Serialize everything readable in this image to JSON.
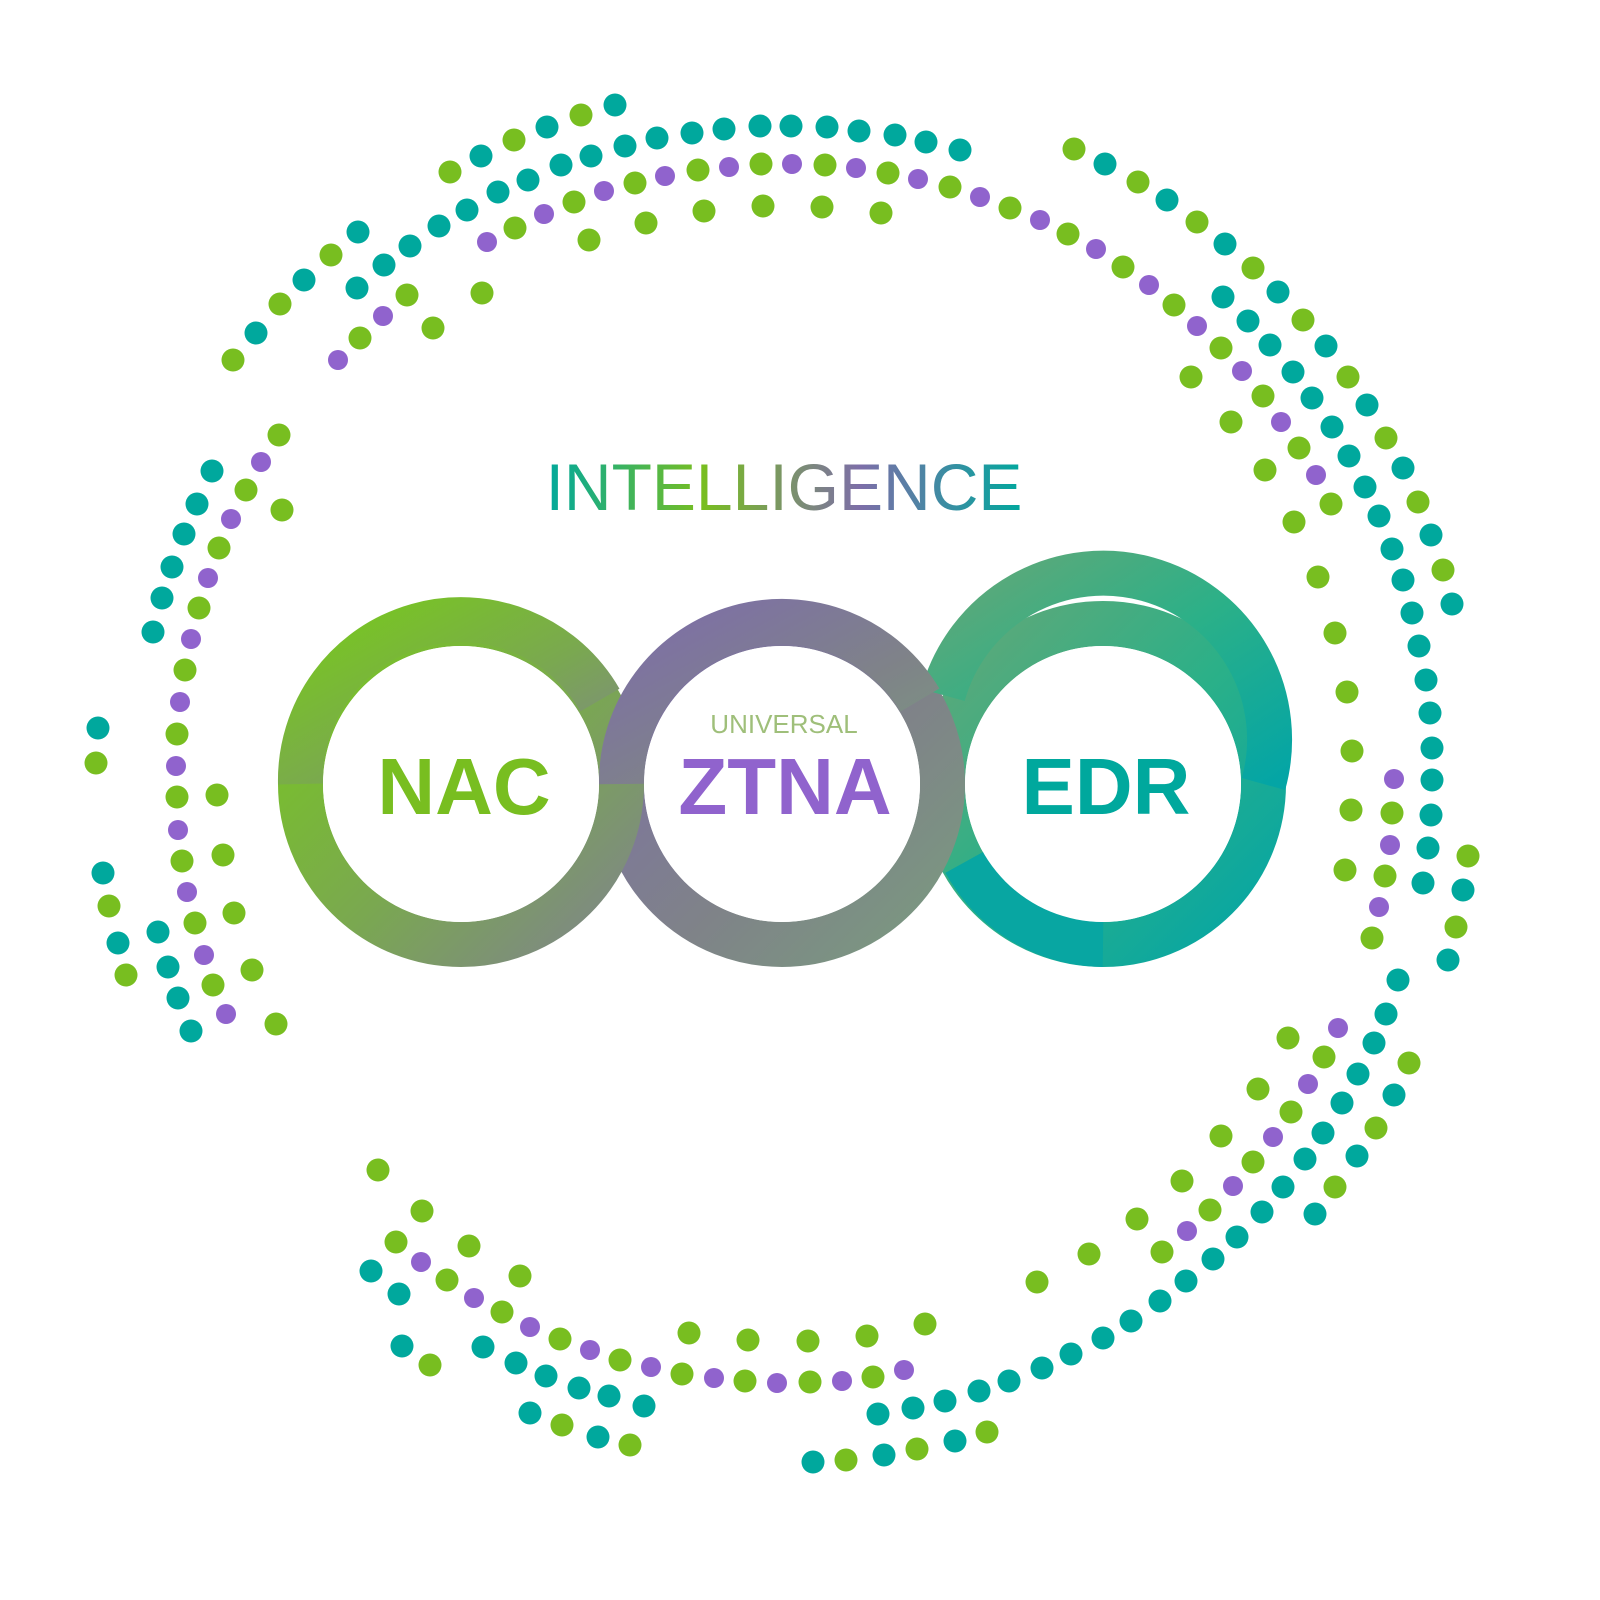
{
  "title": "INTELLIGENCE",
  "rings": [
    {
      "label": "NAC",
      "color": "#78be20"
    },
    {
      "label": "ZTNA",
      "sublabel": "UNIVERSAL",
      "color": "#9063cd"
    },
    {
      "label": "EDR",
      "color": "#00a89d"
    }
  ],
  "colors": {
    "teal": "#00a89d",
    "green": "#78be20",
    "purple": "#9063cd",
    "ring_mid": "#7f7a9c"
  },
  "icons": [
    "dot-pattern-decoration"
  ]
}
